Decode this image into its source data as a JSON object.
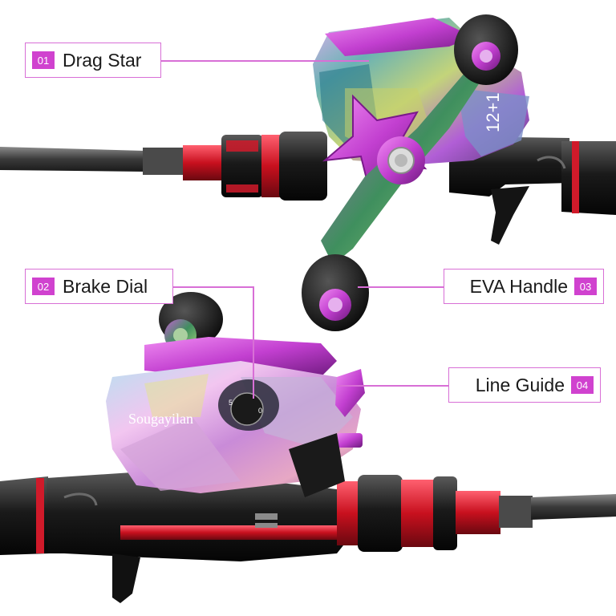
{
  "colors": {
    "accent": "#d042cf",
    "callout_border": "#d86fd6",
    "reel_purple": "#c23fd0",
    "handle_green": "#3f8f5e",
    "rod_red": "#d01a2a",
    "rod_black": "#1c1c1c",
    "background": "#ffffff"
  },
  "callouts": [
    {
      "number": "01",
      "label": "Drag Star"
    },
    {
      "number": "02",
      "label": "Brake Dial"
    },
    {
      "number": "03",
      "label": "EVA Handle"
    },
    {
      "number": "04",
      "label": "Line Guide"
    }
  ],
  "reel_top": {
    "gear_ratio_text": "12+1"
  },
  "reel_bottom": {
    "brand_text": "Sougayilan",
    "dial_numbers": [
      "5",
      "0"
    ]
  }
}
